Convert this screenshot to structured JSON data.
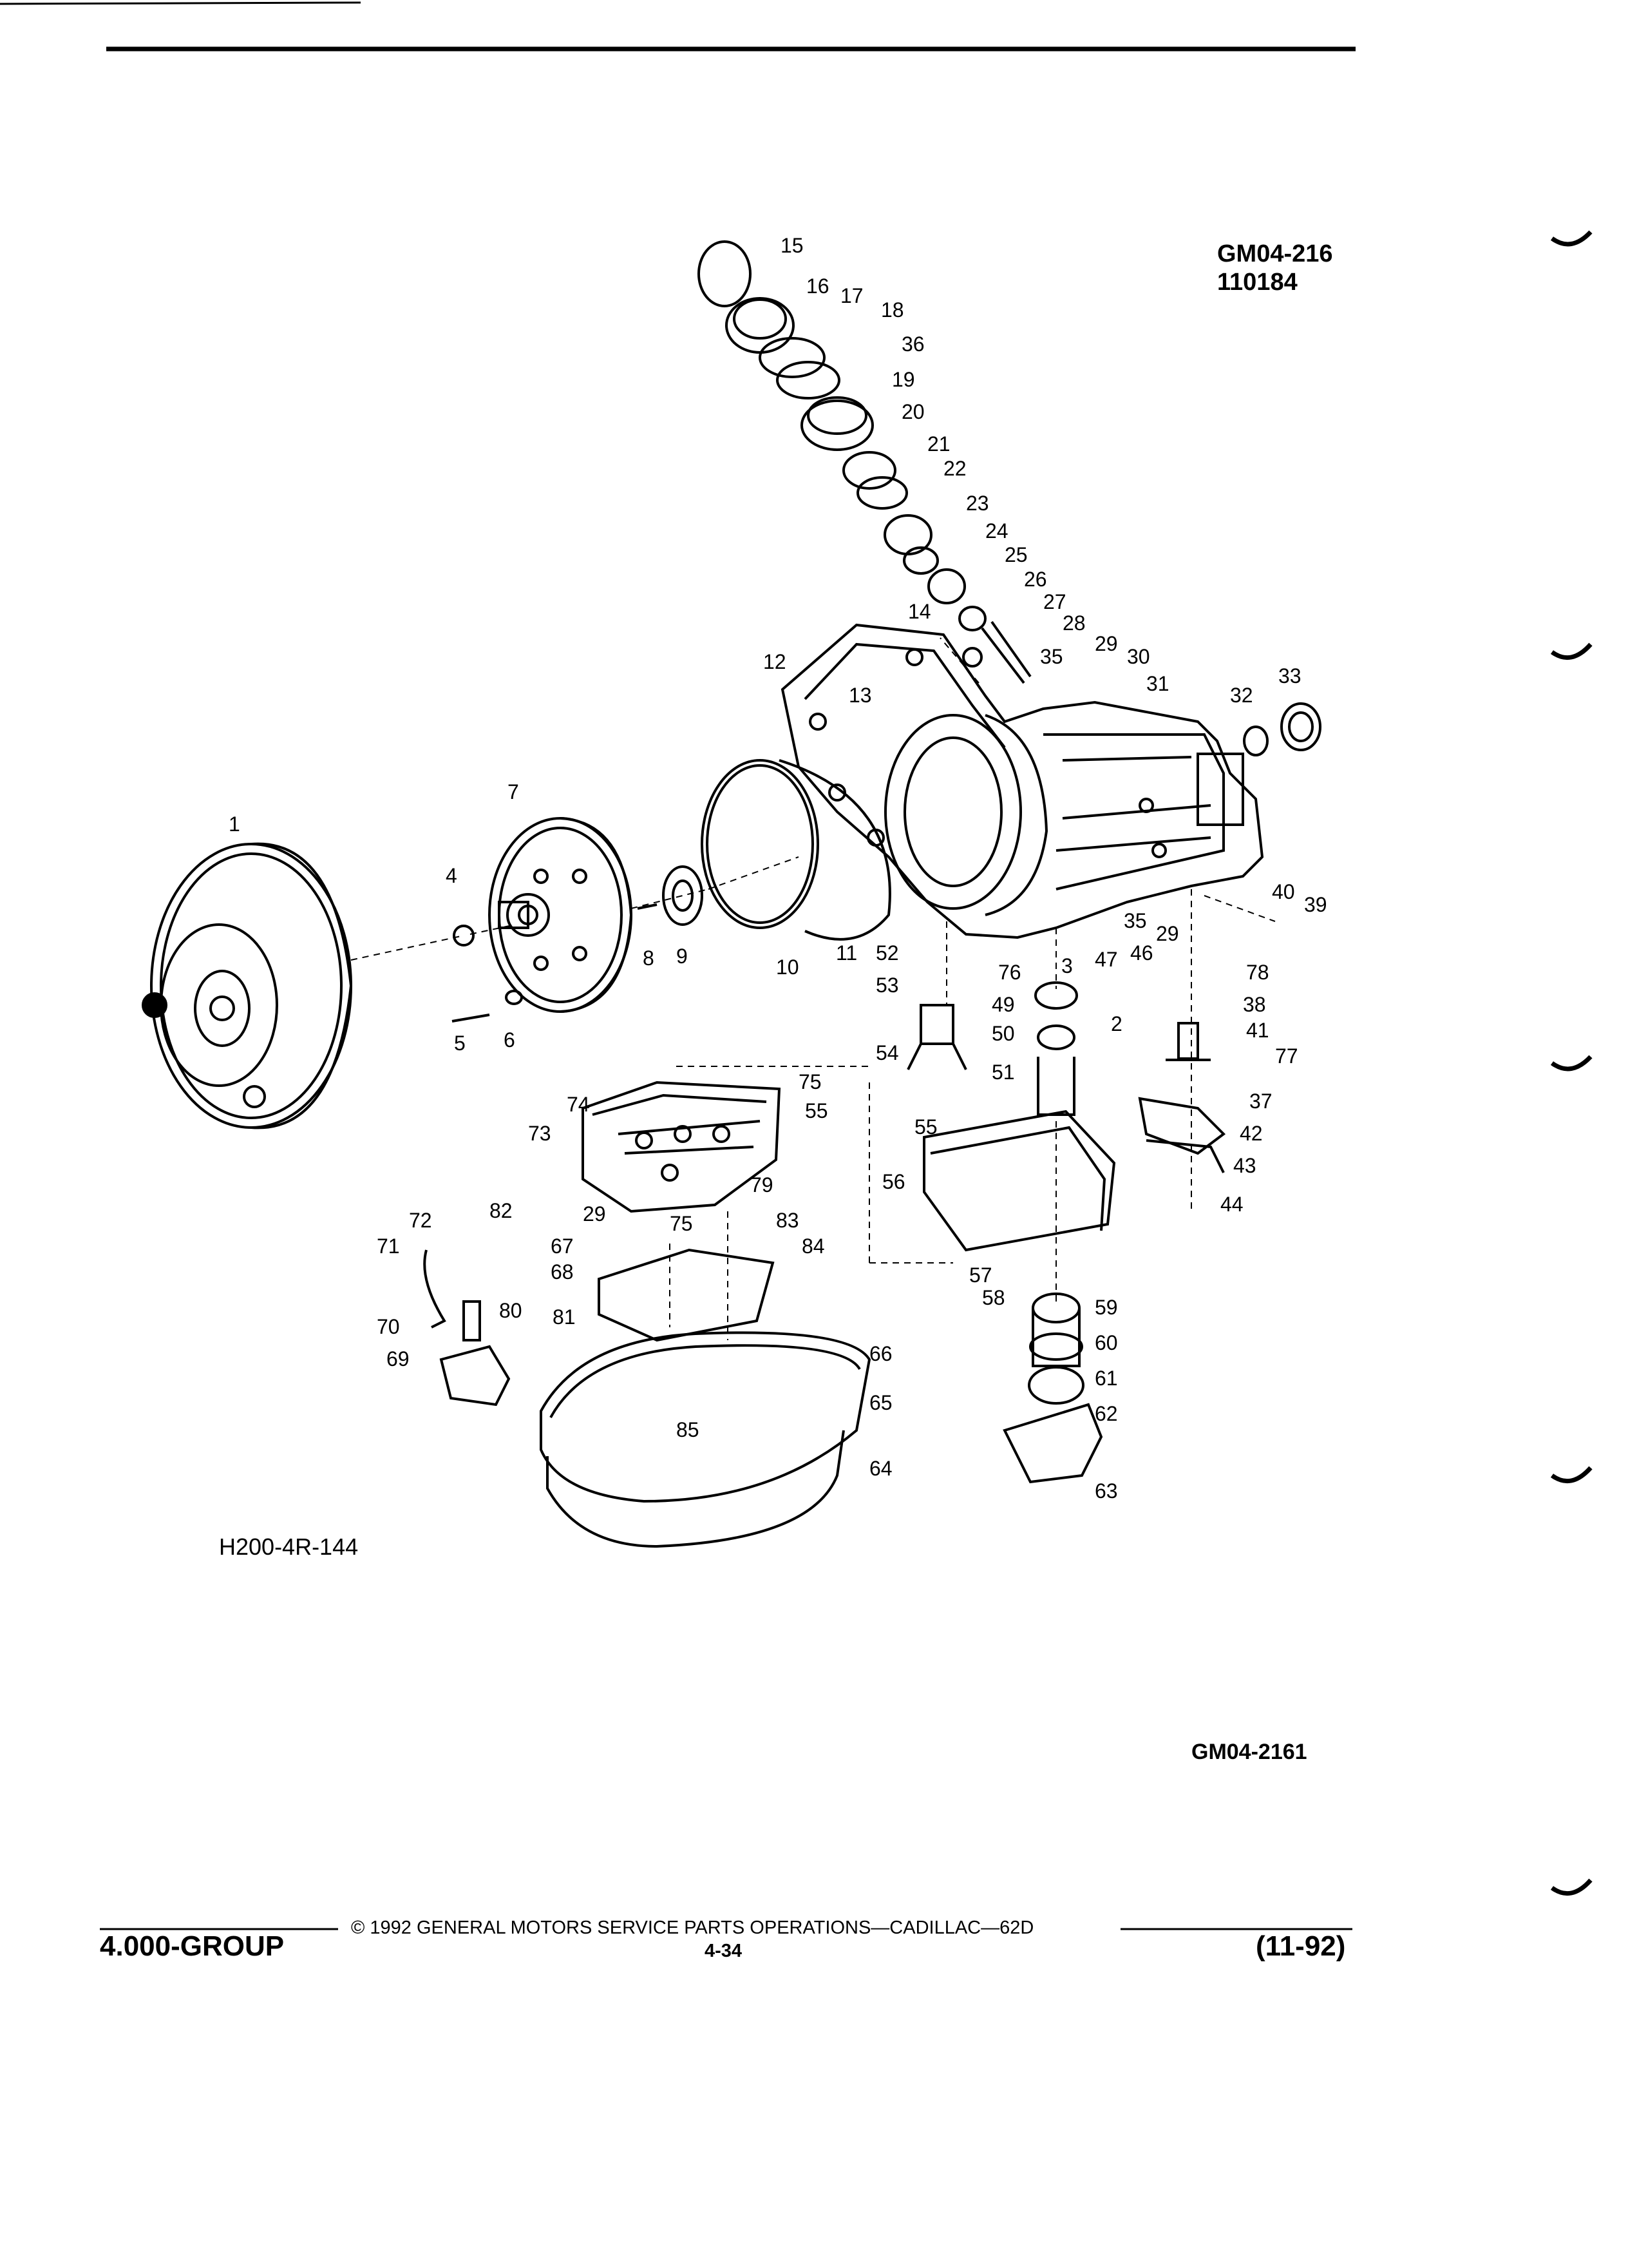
{
  "diagram": {
    "reference_top": [
      "GM04-216",
      "110184"
    ],
    "figure_id": "H200-4R-144",
    "reference_bottom": "GM04-2161",
    "callouts": [
      "1",
      "2",
      "3",
      "4",
      "5",
      "6",
      "7",
      "8",
      "9",
      "10",
      "11",
      "12",
      "13",
      "14",
      "15",
      "16",
      "17",
      "18",
      "19",
      "20",
      "21",
      "22",
      "23",
      "24",
      "25",
      "26",
      "27",
      "28",
      "29",
      "29",
      "29",
      "30",
      "31",
      "32",
      "33",
      "35",
      "35",
      "36",
      "37",
      "38",
      "39",
      "40",
      "41",
      "42",
      "43",
      "44",
      "46",
      "47",
      "49",
      "50",
      "51",
      "52",
      "53",
      "54",
      "55",
      "55",
      "56",
      "57",
      "58",
      "59",
      "60",
      "61",
      "62",
      "63",
      "64",
      "65",
      "66",
      "67",
      "68",
      "69",
      "70",
      "71",
      "72",
      "73",
      "74",
      "75",
      "75",
      "76",
      "77",
      "78",
      "79",
      "80",
      "81",
      "82",
      "83",
      "84",
      "85"
    ]
  },
  "footer": {
    "group": "4.000-GROUP",
    "copyright": "© 1992 GENERAL MOTORS SERVICE PARTS OPERATIONS—CADILLAC—62D",
    "page_number": "4-34",
    "date": "(11-92)"
  }
}
